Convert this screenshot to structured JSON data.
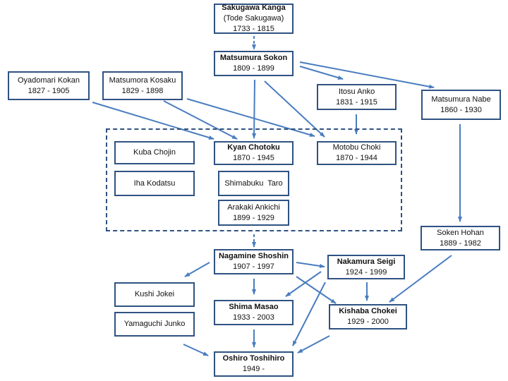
{
  "colors": {
    "box_border": "#2f5282",
    "arrow": "#4a7dbf"
  },
  "nodes": {
    "sakugawa": {
      "name": "Sakugawa Kanga",
      "alias": "(Tode Sakugawa)",
      "dates": "1733 - 1815"
    },
    "sokon": {
      "name": "Matsumura Sokon",
      "dates": "1809 - 1899"
    },
    "oyadomari": {
      "name": "Oyadomari Kokan",
      "dates": "1827 - 1905"
    },
    "kosaku": {
      "name": "Matsumora Kosaku",
      "dates": "1829 - 1898"
    },
    "itosu": {
      "name": "Itosu Anko",
      "dates": "1831 - 1915"
    },
    "nabe": {
      "name": "Matsumura Nabe",
      "dates": "1860 - 1930"
    },
    "kuba": {
      "name": "Kuba Chojin"
    },
    "kyan": {
      "name": "Kyan Chotoku",
      "dates": "1870 - 1945"
    },
    "motobu": {
      "name": "Motobu Choki",
      "dates": "1870 - 1944"
    },
    "iha": {
      "name": "Iha Kodatsu"
    },
    "shimabuku": {
      "name": "Shimabuku  Taro"
    },
    "arakaki": {
      "name": "Arakaki Ankichi",
      "dates": "1899 - 1929"
    },
    "soken": {
      "name": "Soken Hohan",
      "dates": "1889 - 1982"
    },
    "nagamine": {
      "name": "Nagamine Shoshin",
      "dates": "1907 - 1997"
    },
    "nakamura": {
      "name": "Nakamura Seigi",
      "dates": "1924 - 1999"
    },
    "kushi": {
      "name": "Kushi Jokei"
    },
    "yamaguchi": {
      "name": "Yamaguchi Junko"
    },
    "shima": {
      "name": "Shima Masao",
      "dates": "1933 - 2003"
    },
    "kishaba": {
      "name": "Kishaba Chokei",
      "dates": "1929 - 2000"
    },
    "oshiro": {
      "name": "Oshiro Toshihiro",
      "dates": "1949 -"
    }
  }
}
